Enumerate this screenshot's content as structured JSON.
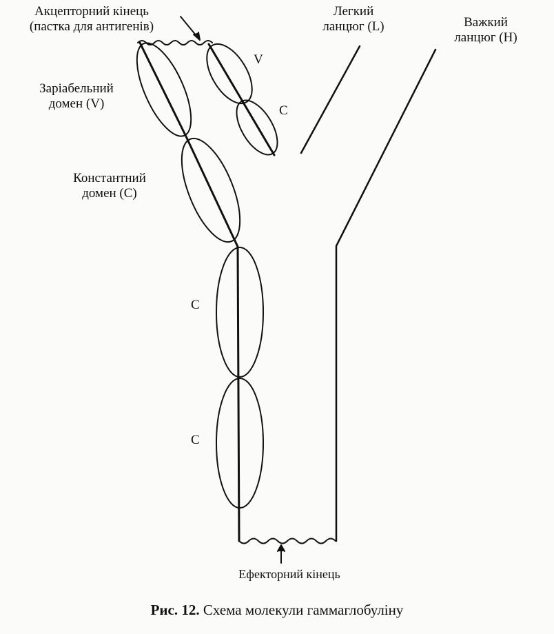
{
  "labels": {
    "acceptor_end_line1": "Акцепторний кінець",
    "acceptor_end_line2": "(пастка для антигенів)",
    "light_chain_line1": "Легкий",
    "light_chain_line2": "ланцюг (L)",
    "heavy_chain_line1": "Важкий",
    "heavy_chain_line2": "ланцюг (H)",
    "variable_domain_line1": "Заріабельний",
    "variable_domain_line2": "домен (V)",
    "constant_domain_line1": "Константний",
    "constant_domain_line2": "домен (C)",
    "light_v": "V",
    "light_c": "C",
    "heavy_c2": "C",
    "heavy_c3": "C",
    "effector_end": "Ефекторний кінець"
  },
  "caption": {
    "prefix": "Рис. 12.",
    "text": "Схема молекули гаммаглобуліну"
  },
  "colors": {
    "ink": "#111111",
    "paper": "#fbfbf9"
  }
}
